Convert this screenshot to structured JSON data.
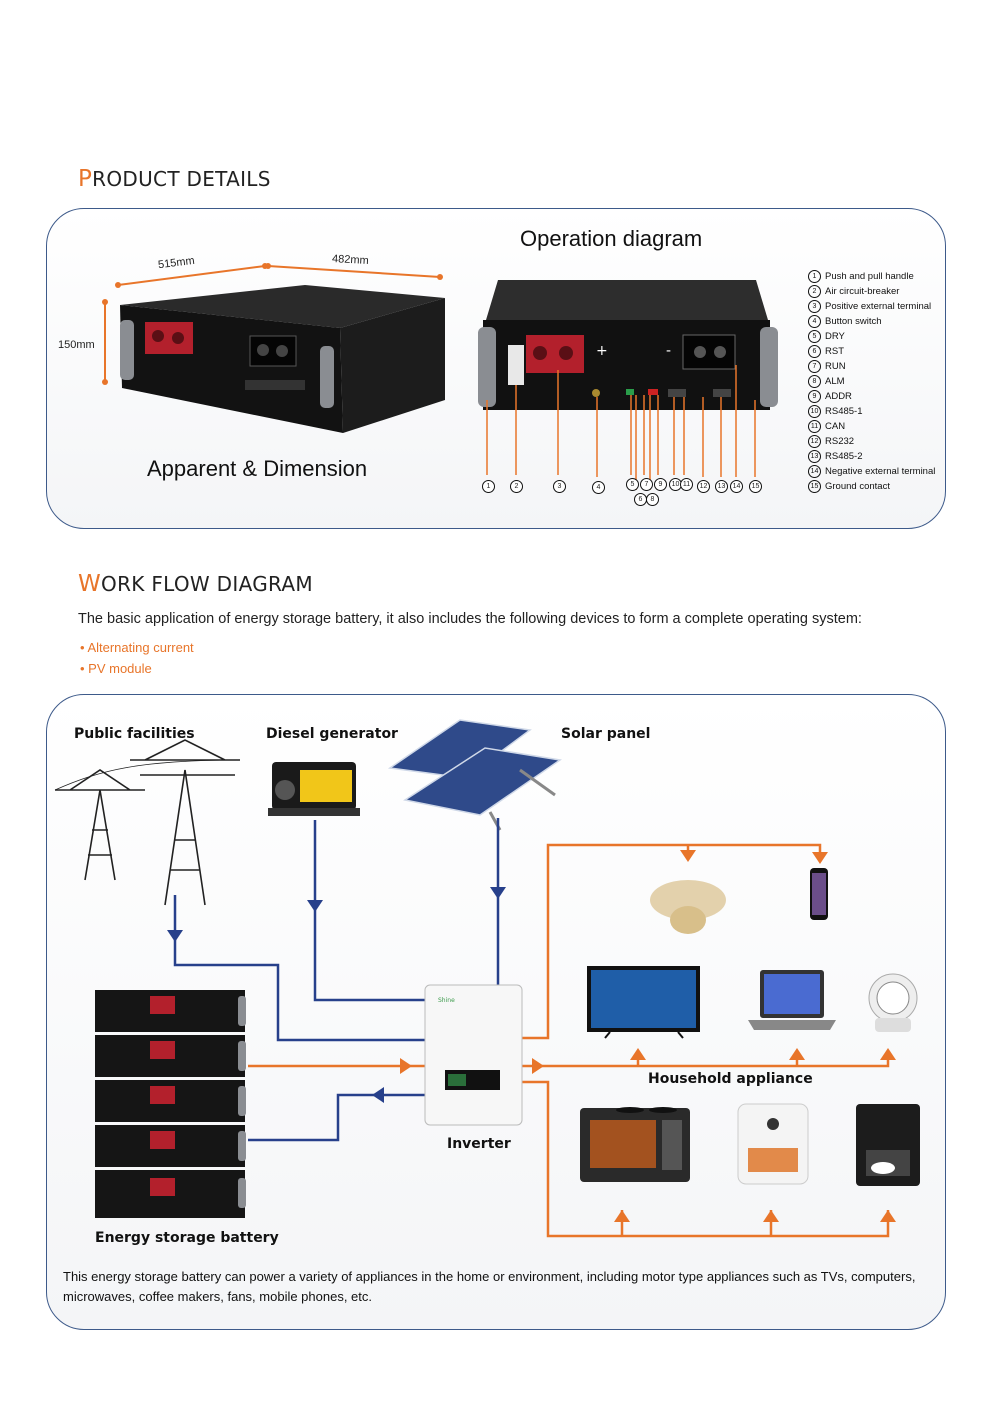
{
  "product_details": {
    "title_first": "P",
    "title_rest": "RODUCT DETAILS",
    "operation_title": "Operation diagram",
    "apparent_label": "Apparent & Dimension",
    "dim_width": "515mm",
    "dim_depth": "482mm",
    "dim_height": "150mm",
    "legend": [
      {
        "num": "1",
        "label": "Push and pull handle"
      },
      {
        "num": "2",
        "label": "Air circuit-breaker"
      },
      {
        "num": "3",
        "label": "Positive external terminal"
      },
      {
        "num": "4",
        "label": "Button switch"
      },
      {
        "num": "5",
        "label": "DRY"
      },
      {
        "num": "6",
        "label": "RST"
      },
      {
        "num": "7",
        "label": "RUN"
      },
      {
        "num": "8",
        "label": "ALM"
      },
      {
        "num": "9",
        "label": "ADDR"
      },
      {
        "num": "10",
        "label": "RS485-1"
      },
      {
        "num": "11",
        "label": "CAN"
      },
      {
        "num": "12",
        "label": "RS232"
      },
      {
        "num": "13",
        "label": "RS485-2"
      },
      {
        "num": "14",
        "label": "Negative external terminal"
      },
      {
        "num": "15",
        "label": "Ground contact"
      }
    ]
  },
  "workflow": {
    "title_first": "W",
    "title_rest": "ORK FLOW DIAGRAM",
    "intro": "The basic application of energy storage battery, it also includes the following devices to form a complete operating system:",
    "bullets": [
      "• Alternating current",
      "• PV module"
    ],
    "labels": {
      "public": "Public facilities",
      "diesel": "Diesel generator",
      "solar": "Solar panel",
      "household": "Household appliance",
      "inverter": "Inverter",
      "battery": "Energy storage battery"
    },
    "footer": "This energy storage battery can power a variety of appliances in the home or environment, including motor type appliances such as TVs, computers, microwaves, coffee makers, fans, mobile phones, etc.",
    "colors": {
      "orange": "#e8752a",
      "blue": "#27408b"
    }
  }
}
